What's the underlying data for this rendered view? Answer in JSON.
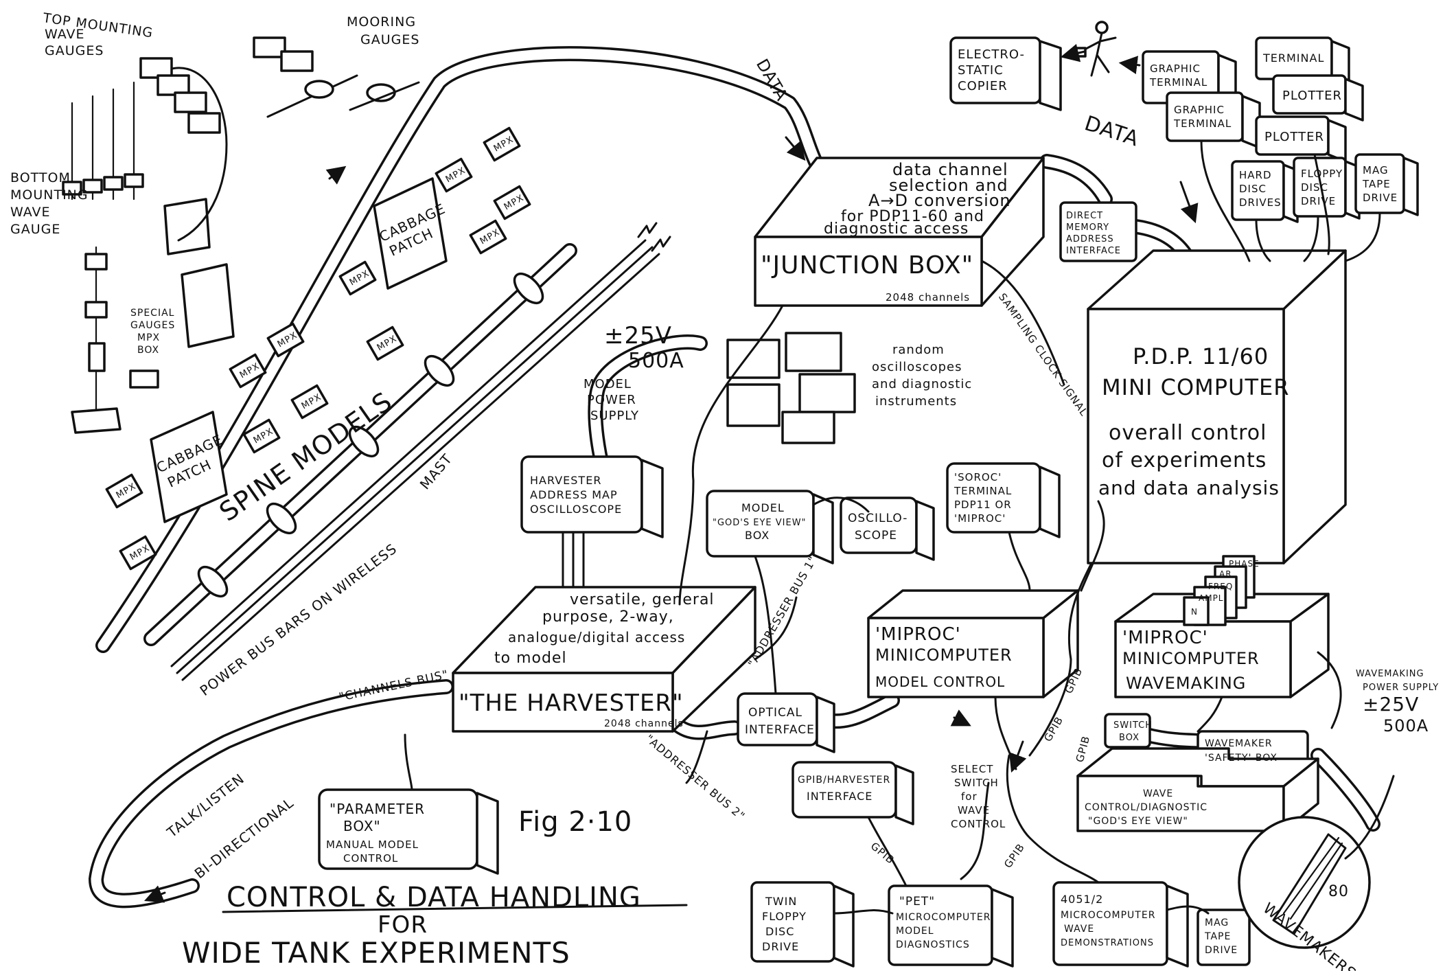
{
  "title": {
    "line1": "CONTROL & DATA HANDLING",
    "line2": "FOR",
    "line3": "WIDE TANK EXPERIMENTS"
  },
  "fig_label": "Fig 2·10",
  "gauges": {
    "top_mounting": [
      "TOP MOUNTING",
      "WAVE",
      "GAUGES"
    ],
    "mooring": [
      "MOORING",
      "GAUGES"
    ],
    "bottom_mounting": [
      "BOTTOM",
      "MOUNTING",
      "WAVE",
      "GAUGE"
    ],
    "special_mux": [
      "SPECIAL",
      "GAUGES",
      "MPX",
      "BOX"
    ]
  },
  "spine": {
    "models_label": "SPINE MODELS",
    "mast_label": "MAST",
    "cabbage_patch": [
      "CABBAGE",
      "PATCH"
    ],
    "mpx_label": "MPX",
    "power_bus": "POWER BUS BARS ON WIRELESS",
    "supply_voltage": "±25V",
    "supply_current": "500A",
    "supply_label": [
      "MODEL",
      "POWER",
      "SUPPLY"
    ]
  },
  "data_arrow_left": "DATA",
  "data_arrow_right": "DATA",
  "junction_box": {
    "desc": [
      "data channel",
      "selection and",
      "A→D conversion",
      "for PDP11-60 and",
      "diagnostic access"
    ],
    "name": "\"JUNCTION BOX\"",
    "channels": "2048 channels",
    "sampling": "SAMPLING CLOCK SIGNAL"
  },
  "oscilloscopes_note": [
    "random",
    "oscilloscopes",
    "and diagnostic",
    "instruments"
  ],
  "computer": {
    "name": [
      "P.D.P. 11/60",
      "MINI COMPUTER"
    ],
    "desc": [
      "overall control",
      "of experiments",
      "and data analysis"
    ]
  },
  "peripherals": {
    "copier": [
      "ELECTRO-",
      "STATIC",
      "COPIER"
    ],
    "graphic1": [
      "GRAPHIC",
      "TERMINAL"
    ],
    "graphic2": [
      "GRAPHIC",
      "TERMINAL"
    ],
    "terminal": "TERMINAL",
    "plotter1": "PLOTTER",
    "plotter2": "PLOTTER",
    "hard_disc": [
      "HARD",
      "DISC",
      "DRIVES"
    ],
    "floppy": [
      "FLOPPY",
      "DISC",
      "DRIVE"
    ],
    "mag_tape": [
      "MAG",
      "TAPE",
      "DRIVE"
    ],
    "dma": [
      "DIRECT",
      "MEMORY",
      "ADDRESS",
      "INTERFACE"
    ]
  },
  "harvester": {
    "desc": [
      "versatile, general",
      "purpose, 2-way,",
      "analogue/digital access",
      "to model"
    ],
    "name": "\"THE HARVESTER\"",
    "channels": "2048 channels",
    "map": [
      "HARVESTER",
      "ADDRESS MAP",
      "OSCILLOSCOPE"
    ],
    "channels_bus": "\"CHANNELS BUS\"",
    "addresser_bus_1": "\"ADDRESSER BUS 1\"",
    "addresser_bus_2": "\"ADDRESSER BUS 2\"",
    "talk_listen": "TALK/LISTEN",
    "bidirectional": "BI-DIRECTIONAL"
  },
  "model_box": [
    "MODEL",
    "\"GOD'S EYE VIEW\"",
    "BOX"
  ],
  "oscilloscope": [
    "OSCILLO-",
    "SCOPE"
  ],
  "soroc": [
    "'SOROC'",
    "TERMINAL",
    "PDP11 OR",
    "'MIPROC'"
  ],
  "miproc_model": [
    "'MIPROC'",
    "MINICOMPUTER",
    "MODEL CONTROL"
  ],
  "miproc_wave": [
    "'MIPROC'",
    "MINICOMPUTER",
    "WAVEMAKING"
  ],
  "stacked_cards": [
    "FREQ",
    "AMPL",
    "N",
    "AR",
    "PHASE"
  ],
  "optical": [
    "OPTICAL",
    "INTERFACE"
  ],
  "gpib_harvester": [
    "GPIB/HARVESTER",
    "INTERFACE"
  ],
  "gpib": "GPIB",
  "select_switch": [
    "SELECT",
    "SWITCH",
    "for",
    "WAVE",
    "CONTROL"
  ],
  "parameter_box": [
    "\"PARAMETER",
    "BOX\"",
    "MANUAL MODEL",
    "CONTROL"
  ],
  "switch_box": [
    "SWITCH",
    "BOX"
  ],
  "safety_box": [
    "WAVEMAKER",
    "'SAFETY' BOX"
  ],
  "wave_control": [
    "WAVE",
    "CONTROL/DIAGNOSTIC",
    "\"GOD'S EYE VIEW\""
  ],
  "wavemaker_supply": [
    "WAVEMAKING",
    "POWER SUPPLY",
    "±25V",
    "500A"
  ],
  "wavemakers": {
    "label": "WAVEMAKERS",
    "count": "80"
  },
  "twin_floppy": [
    "TWIN",
    "FLOPPY",
    "DISC",
    "DRIVE"
  ],
  "pet": [
    "\"PET\"",
    "MICROCOMPUTER",
    "MODEL",
    "DIAGNOSTICS"
  ],
  "micro4051": [
    "4051/2",
    "MICROCOMPUTER",
    "WAVE",
    "DEMONSTRATIONS"
  ],
  "mag_tape2": [
    "MAG",
    "TAPE",
    "DRIVE"
  ]
}
